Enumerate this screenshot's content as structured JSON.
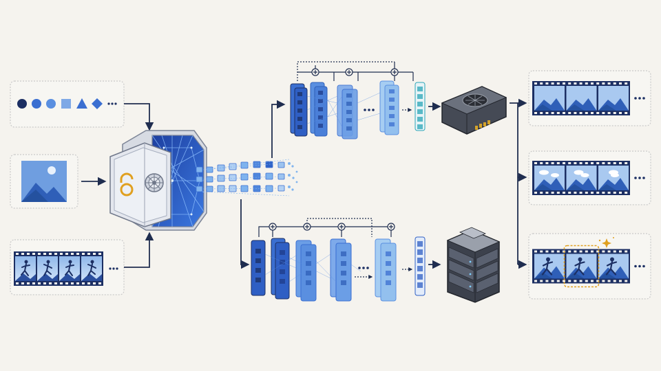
{
  "diagram": {
    "background": "#f5f3ee",
    "palette": {
      "navy": "#1c2f63",
      "blue": "#3b6fd1",
      "mid": "#5a8fe0",
      "light": "#9cc3ef",
      "pale": "#cfe2f8",
      "teal": "#2aa6b8",
      "gold": "#e0a020",
      "frame": "#c9c9c9",
      "line": "#1f2d4f"
    },
    "inputs": [
      {
        "kind": "primitives",
        "shapes": [
          "circle-dark",
          "circle-blue",
          "circle-mid",
          "square-light",
          "triangle-blue",
          "diamond-blue"
        ],
        "ellipsis": "•••"
      },
      {
        "kind": "image",
        "icon": "landscape-image-icon"
      },
      {
        "kind": "video",
        "frames": 4,
        "icon": "running-figure-film-icon",
        "ellipsis": "•••"
      }
    ],
    "core": {
      "icon": "open-vault-icon",
      "lock_symbol": "open-access-lock-icon",
      "lock_color": "#e0a020"
    },
    "branches": [
      {
        "name": "upper-branch",
        "accelerator": "gpu-card-icon"
      },
      {
        "name": "lower-branch",
        "accelerator": "server-rack-icon"
      }
    ],
    "outputs": [
      {
        "kind": "filmstrip",
        "variant": "mountains",
        "frames": 3,
        "ellipsis": "•••"
      },
      {
        "kind": "filmstrip",
        "variant": "clouds",
        "frames": 3,
        "ellipsis": "•••"
      },
      {
        "kind": "filmstrip",
        "variant": "runner-highlighted",
        "frames": 3,
        "highlight_color": "#e0a020",
        "ellipsis": "•••"
      }
    ]
  }
}
